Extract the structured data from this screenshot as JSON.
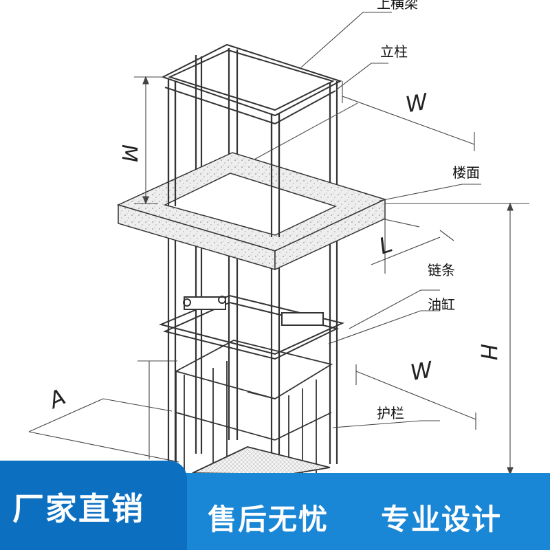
{
  "labels": {
    "top_beam": "上横梁",
    "column": "立柱",
    "floor": "楼面",
    "chain": "链条",
    "cylinder": "油缸",
    "railing": "护栏"
  },
  "dimensions": {
    "w_top": "W",
    "m": "M",
    "l": "L",
    "h": "H",
    "w_bottom": "W",
    "a": "A"
  },
  "banner": {
    "tag": "厂家直销",
    "slogan_1": "售后无忧",
    "slogan_2": "专业设计"
  },
  "colors": {
    "banner_blue": "#1a86d6",
    "tag_blue": "#0c6fc0",
    "line": "#333333"
  }
}
